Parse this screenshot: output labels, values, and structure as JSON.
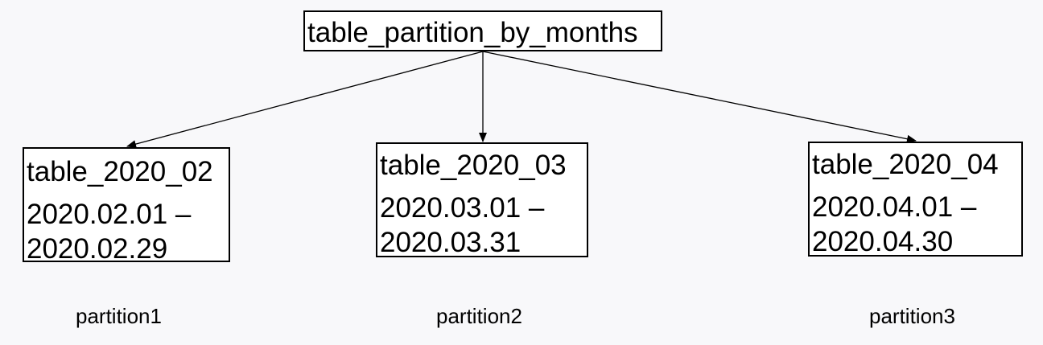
{
  "root": {
    "label": "table_partition_by_months"
  },
  "partitions": [
    {
      "name": "table_2020_02",
      "range_start": "2020.02.01 –",
      "range_end": "2020.02.29",
      "caption": "partition1"
    },
    {
      "name": "table_2020_03",
      "range_start": "2020.03.01 –",
      "range_end": "2020.03.31",
      "caption": "partition2"
    },
    {
      "name": "table_2020_04",
      "range_start": "2020.04.01 –",
      "range_end": "2020.04.30",
      "caption": "partition3"
    }
  ],
  "colors": {
    "background": "#f8f8fa",
    "box_fill": "#ffffff",
    "stroke": "#000000"
  }
}
